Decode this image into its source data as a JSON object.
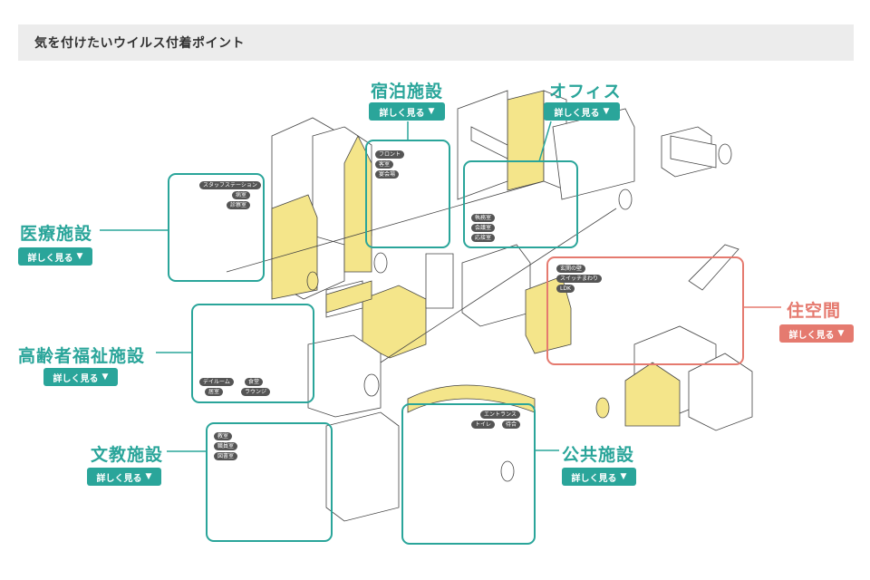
{
  "header": {
    "title": "気を付けたいウイルス付着ポイント"
  },
  "colors": {
    "teal": "#2aa59a",
    "red": "#e57a6f",
    "yellow": "#f4e58a"
  },
  "categories": [
    {
      "id": "hotel",
      "label": "宿泊施設",
      "button": "詳しく見る",
      "tags": [
        "フロント",
        "客室",
        "宴会場"
      ]
    },
    {
      "id": "office",
      "label": "オフィス",
      "button": "詳しく見る",
      "tags": [
        "執務室",
        "会議室",
        "応接室"
      ]
    },
    {
      "id": "medical",
      "label": "医療施設",
      "button": "詳しく見る",
      "tags": [
        "スタッフステーション",
        "病室",
        "診察室"
      ]
    },
    {
      "id": "elderly",
      "label": "高齢者福祉施設",
      "button": "詳しく見る",
      "tags": [
        "デイルーム",
        "食堂",
        "居室",
        "ラウンジ"
      ]
    },
    {
      "id": "residence",
      "label": "住空間",
      "button": "詳しく見る",
      "tags": [
        "玄関の壁",
        "スイッチまわり",
        "LDK"
      ]
    },
    {
      "id": "education",
      "label": "文教施設",
      "button": "詳しく見る",
      "tags": [
        "教室",
        "職員室",
        "図書室"
      ]
    },
    {
      "id": "public",
      "label": "公共施設",
      "button": "詳しく見る",
      "tags": [
        "エントランス",
        "トイレ",
        "待合"
      ]
    }
  ],
  "arrow_glyph": "▼"
}
